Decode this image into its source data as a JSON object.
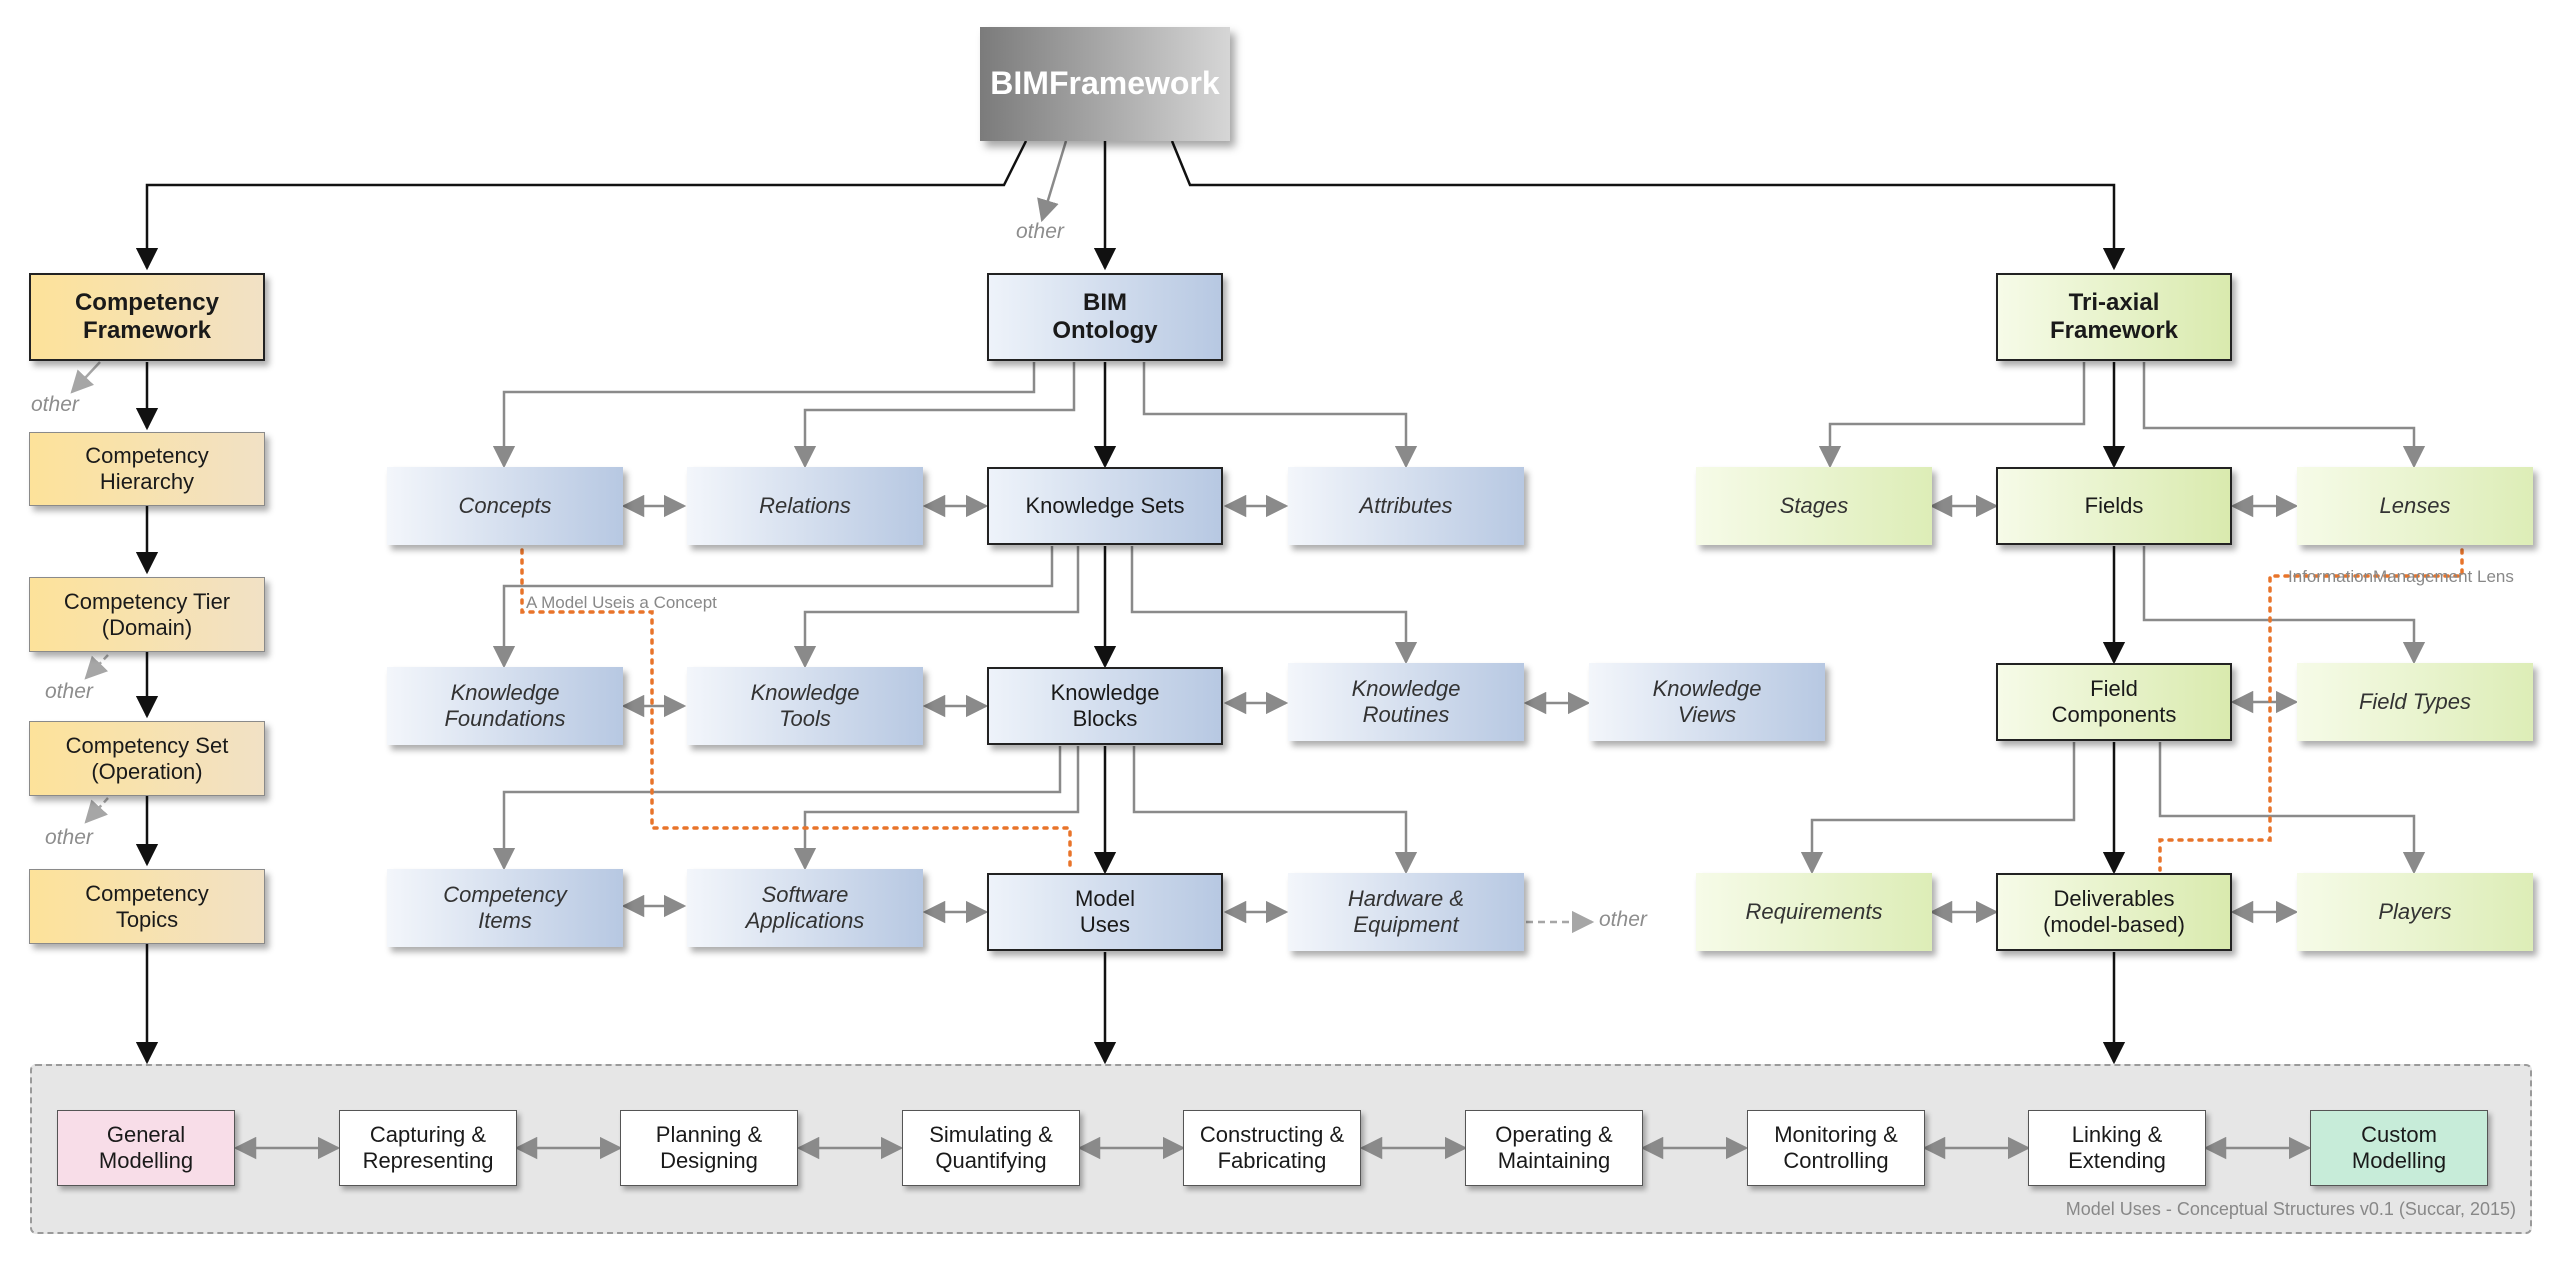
{
  "title": {
    "line1": "BIM",
    "line2": "Framework"
  },
  "other_label": "other",
  "competency": {
    "header": {
      "line1": "Competency",
      "line2": "Framework"
    },
    "hierarchy": {
      "line1": "Competency",
      "line2": "Hierarchy"
    },
    "tier": {
      "line1": "Competency Tier",
      "line2": "(Domain)"
    },
    "set": {
      "line1": "Competency Set",
      "line2": "(Operation)"
    },
    "topics": {
      "line1": "Competency",
      "line2": "Topics"
    }
  },
  "ontology": {
    "header": {
      "line1": "BIM",
      "line2": "Ontology"
    },
    "concepts": "Concepts",
    "relations": "Relations",
    "knowledge_sets": "Knowledge Sets",
    "attributes": "Attributes",
    "knowledge_foundations": {
      "line1": "Knowledge",
      "line2": "Foundations"
    },
    "knowledge_tools": {
      "line1": "Knowledge",
      "line2": "Tools"
    },
    "knowledge_blocks": {
      "line1": "Knowledge",
      "line2": "Blocks"
    },
    "knowledge_routines": {
      "line1": "Knowledge",
      "line2": "Routines"
    },
    "knowledge_views": {
      "line1": "Knowledge",
      "line2": "Views"
    },
    "competency_items": {
      "line1": "Competency",
      "line2": "Items"
    },
    "software_applications": {
      "line1": "Software",
      "line2": "Applications"
    },
    "model_uses": {
      "line1": "Model",
      "line2": "Uses"
    },
    "hardware_equipment": {
      "line1": "Hardware &",
      "line2": "Equipment"
    },
    "note": {
      "line1": "A Model Use",
      "line2": "is a Concept"
    }
  },
  "triaxial": {
    "header": {
      "line1": "Tri-axial",
      "line2": "Framework"
    },
    "stages": "Stages",
    "fields": "Fields",
    "lenses": "Lenses",
    "field_components": {
      "line1": "Field",
      "line2": "Components"
    },
    "field_types": "Field Types",
    "requirements": "Requirements",
    "deliverables": {
      "line1": "Deliverables",
      "line2": "(model-based)"
    },
    "players": "Players",
    "note": {
      "line1": "Information",
      "line2": "Management Lens"
    }
  },
  "model_uses_row": [
    {
      "line1": "General",
      "line2": "Modelling",
      "color": "#f8dde8"
    },
    {
      "line1": "Capturing &",
      "line2": "Representing",
      "color": "#ffffff"
    },
    {
      "line1": "Planning &",
      "line2": "Designing",
      "color": "#ffffff"
    },
    {
      "line1": "Simulating &",
      "line2": "Quantifying",
      "color": "#ffffff"
    },
    {
      "line1": "Constructing &",
      "line2": "Fabricating",
      "color": "#ffffff"
    },
    {
      "line1": "Operating &",
      "line2": "Maintaining",
      "color": "#ffffff"
    },
    {
      "line1": "Monitoring &",
      "line2": "Controlling",
      "color": "#ffffff"
    },
    {
      "line1": "Linking &",
      "line2": "Extending",
      "color": "#ffffff"
    },
    {
      "line1": "Custom",
      "line2": "Modelling",
      "color": "#c7ecd9"
    }
  ],
  "caption": "Model Uses - Conceptual Structures v0.1 (Succar, 2015)",
  "colors": {
    "orange_dotted": "#e8742a",
    "dark_arrow": "#111111",
    "grey_arrow": "#8a8a8a"
  }
}
